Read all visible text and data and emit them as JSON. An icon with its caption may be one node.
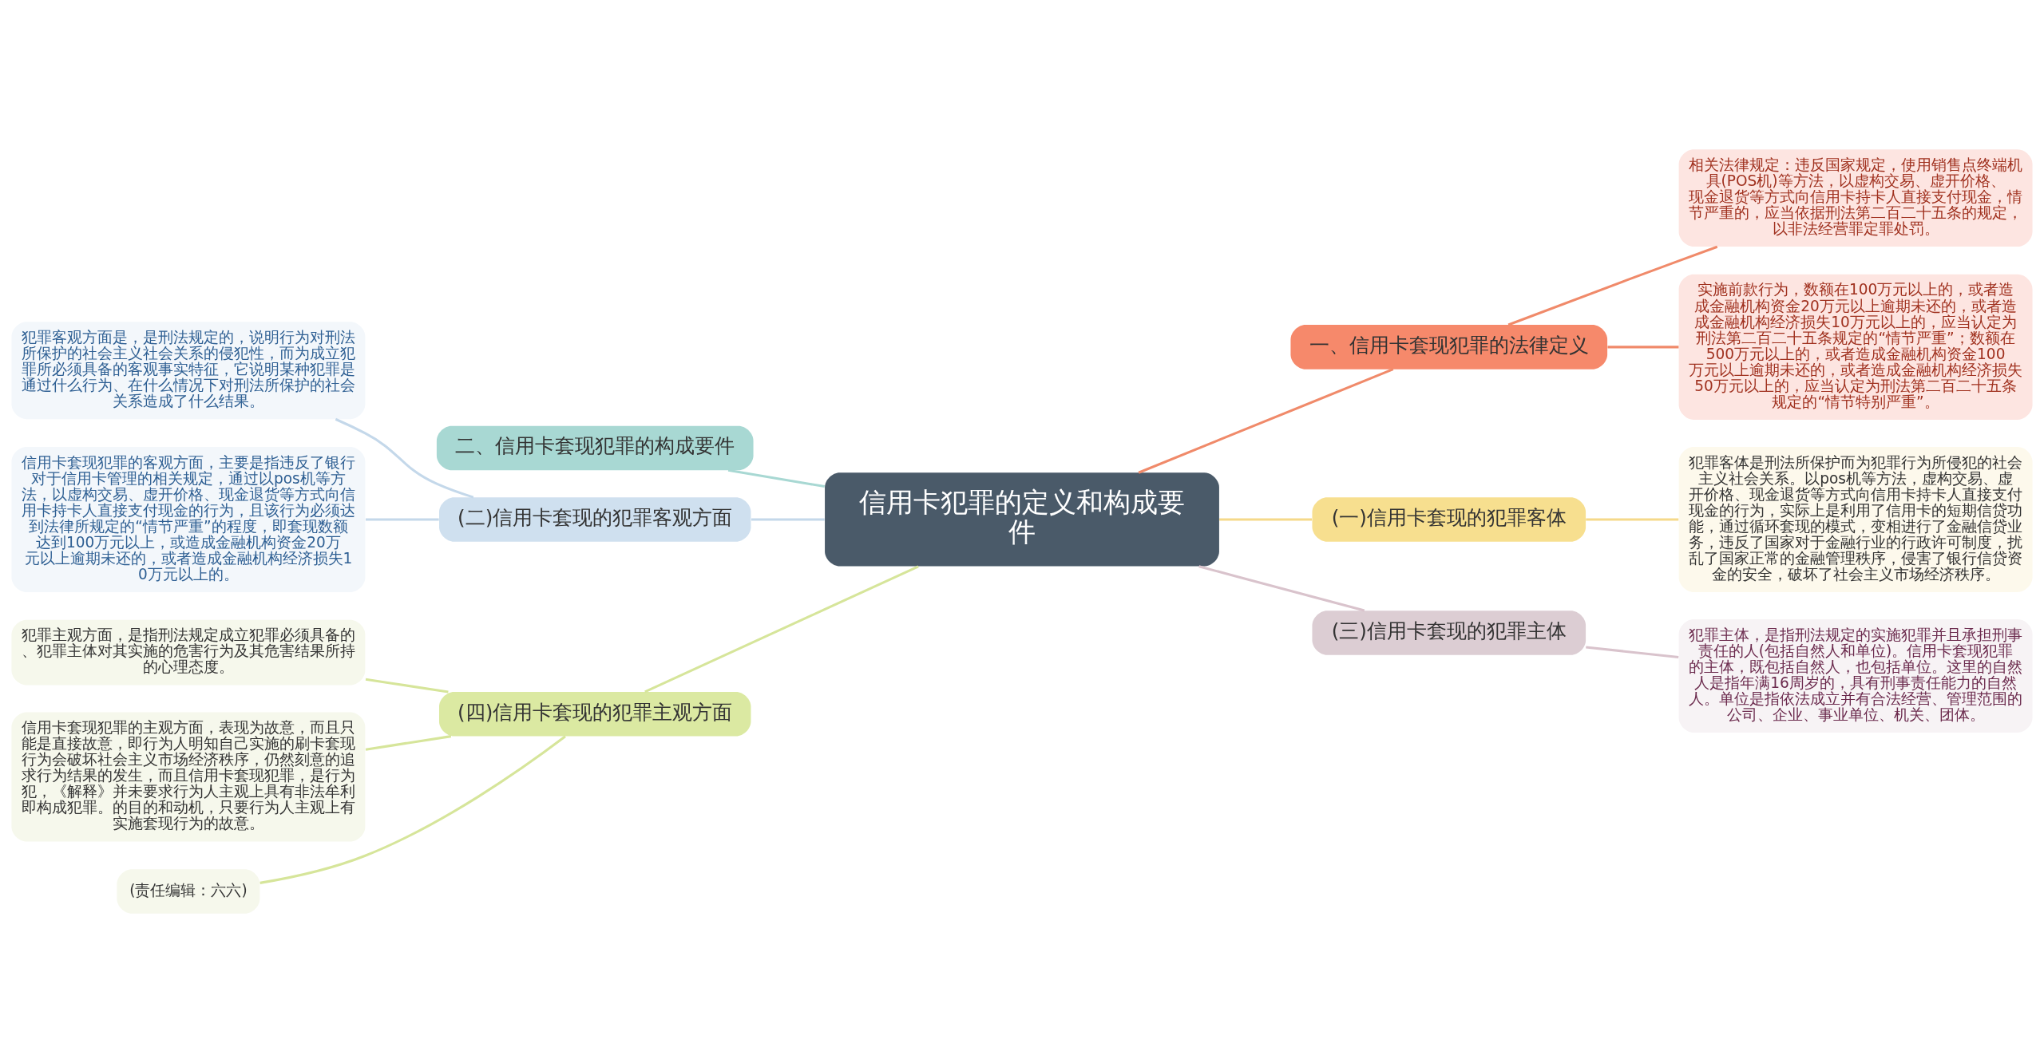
{
  "diagram": {
    "nodes": [
      {
        "text": [
          "信用卡犯罪的定义和构成要件"
        ]
      },
      {
        "text": [
          "一、信用卡套现犯罪的法律定义"
        ]
      },
      {
        "text": [
          "相关法律规定：违反国家规定，使用销售点终端机具(POS机)等方法，以虚构交易、虚开价格、现金退货等方式向信用卡持卡人直接支付现金，情节严重的，应当依据刑法第二百二十五条的规定，以非法经营罪定罪处罚。"
        ]
      },
      {
        "text": [
          "实施前款行为，数额在100万元以上的，或者造成金融机构资金20万元以上逾期未还的，或者造成金融机构经济损失10万元以上的，应当认定为刑法第二百二十五条规定的“情节严重”；数额在500万元以上的，或者造成金融机构资金100万元以上逾期未还的，或者造成金融机构经济损失50万元以上的，应当认定为刑法第二百二十五条规定的“情节特别严重”。"
        ]
      },
      {
        "text": [
          "二、信用卡套现犯罪的构成要件"
        ]
      },
      {
        "text": [
          "(二)信用卡套现的犯罪客观方面"
        ]
      },
      {
        "text": [
          "犯罪客观方面是，是刑法规定的，说明行为对刑法所保护的社会主义社会关系的侵犯性，而为成立犯罪所必须具备的客观事实特征，它说明某种犯罪是通过什么行为、在什么情况下对刑法所保护的社会关系造成了什么结果。"
        ]
      },
      {
        "text": [
          "信用卡套现犯罪的客观方面，主要是指违反了银行对于信用卡管理的相关规定，通过以pos机等方法，以虚构交易、虚开价格、现金退货等方式向信用卡持卡人直接支付现金的行为，且该行为必须达到法律所规定的“情节严重”的程度，即套现数额达到100万元以上，或造成金融机构资金20万元以上逾期未还的，或者造成金融机构经济损失10万元以上的。"
        ]
      },
      {
        "text": [
          "(一)信用卡套现的犯罪客体"
        ]
      },
      {
        "text": [
          "犯罪客体是刑法所保护而为犯罪行为所侵犯的社会主义社会关系。以pos机等方法，虚构交易、虚开价格、现金退货等方式向信用卡持卡人直接支付现金的行为，实际上是利用了信用卡的短期信贷功能，通过循环套现的模式，变相进行了金融信贷业务，违反了国家对于金融行业的行政许可制度，扰乱了国家正常的金融管理秩序，侵害了银行信贷资金的安全，破坏了社会主义市场经济秩序。"
        ]
      },
      {
        "text": [
          "(三)信用卡套现的犯罪主体"
        ]
      },
      {
        "text": [
          "犯罪主体，是指刑法规定的实施犯罪并且承担刑事责任的人(包括自然人和单位)。信用卡套现犯罪的主体，既包括自然人，也包括单位。这里的自然人是指年满16周岁的，具有刑事责任能力的自然人。单位是指依法成立并有合法经营、管理范围的公司、企业、事业单位、机关、团体。"
        ]
      },
      {
        "text": [
          "(四)信用卡套现的犯罪主观方面"
        ]
      },
      {
        "text": [
          "犯罪主观方面，是指刑法规定成立犯罪必须具备的、犯罪主体对其实施的危害行为及其危害结果所持的心理态度。"
        ]
      },
      {
        "text": [
          "信用卡套现犯罪的主观方面，表现为故意，而且只能是直接故意，即行为人明知自己实施的刷卡套现行为会破坏社会主义市场经济秩序，仍然刻意的追求行为结果的发生，而且信用卡套现犯罪，是行为犯，《解释》并未要求行为人主观上具有非法牟利即构成犯罪。的目的和动机，只要行为人主观上有实施套现行为的故意。"
        ]
      },
      {
        "text": [
          "(责任编辑：六六)"
        ]
      }
    ],
    "edges": [
      {
        "from": 0,
        "to": 1,
        "arrow": "none",
        "color": "#f08a6a"
      },
      {
        "from": 1,
        "to": 2,
        "arrow": "none",
        "color": "#f08a6a"
      },
      {
        "from": 1,
        "to": 3,
        "arrow": "none",
        "color": "#f08a6a"
      },
      {
        "from": 0,
        "to": 4,
        "arrow": "none",
        "color": "#a8d8d3"
      },
      {
        "from": 0,
        "to": 5,
        "arrow": "none",
        "color": "#c4d8ea"
      },
      {
        "from": 5,
        "to": 6,
        "arrow": "none",
        "color": "#c4d8ea"
      },
      {
        "from": 5,
        "to": 7,
        "arrow": "none",
        "color": "#c4d8ea"
      },
      {
        "from": 0,
        "to": 8,
        "arrow": "none",
        "color": "#f5d98a"
      },
      {
        "from": 8,
        "to": 9,
        "arrow": "none",
        "color": "#f5d98a"
      },
      {
        "from": 0,
        "to": 10,
        "arrow": "none",
        "color": "#d9c3cc"
      },
      {
        "from": 10,
        "to": 11,
        "arrow": "none",
        "color": "#d9c3cc"
      },
      {
        "from": 0,
        "to": 12,
        "arrow": "none",
        "color": "#d6e59a"
      },
      {
        "from": 12,
        "to": 13,
        "arrow": "none",
        "color": "#d6e59a"
      },
      {
        "from": 12,
        "to": 14,
        "arrow": "none",
        "color": "#d6e59a"
      },
      {
        "from": 12,
        "to": 15,
        "arrow": "none",
        "color": "#d6e59a"
      }
    ]
  }
}
